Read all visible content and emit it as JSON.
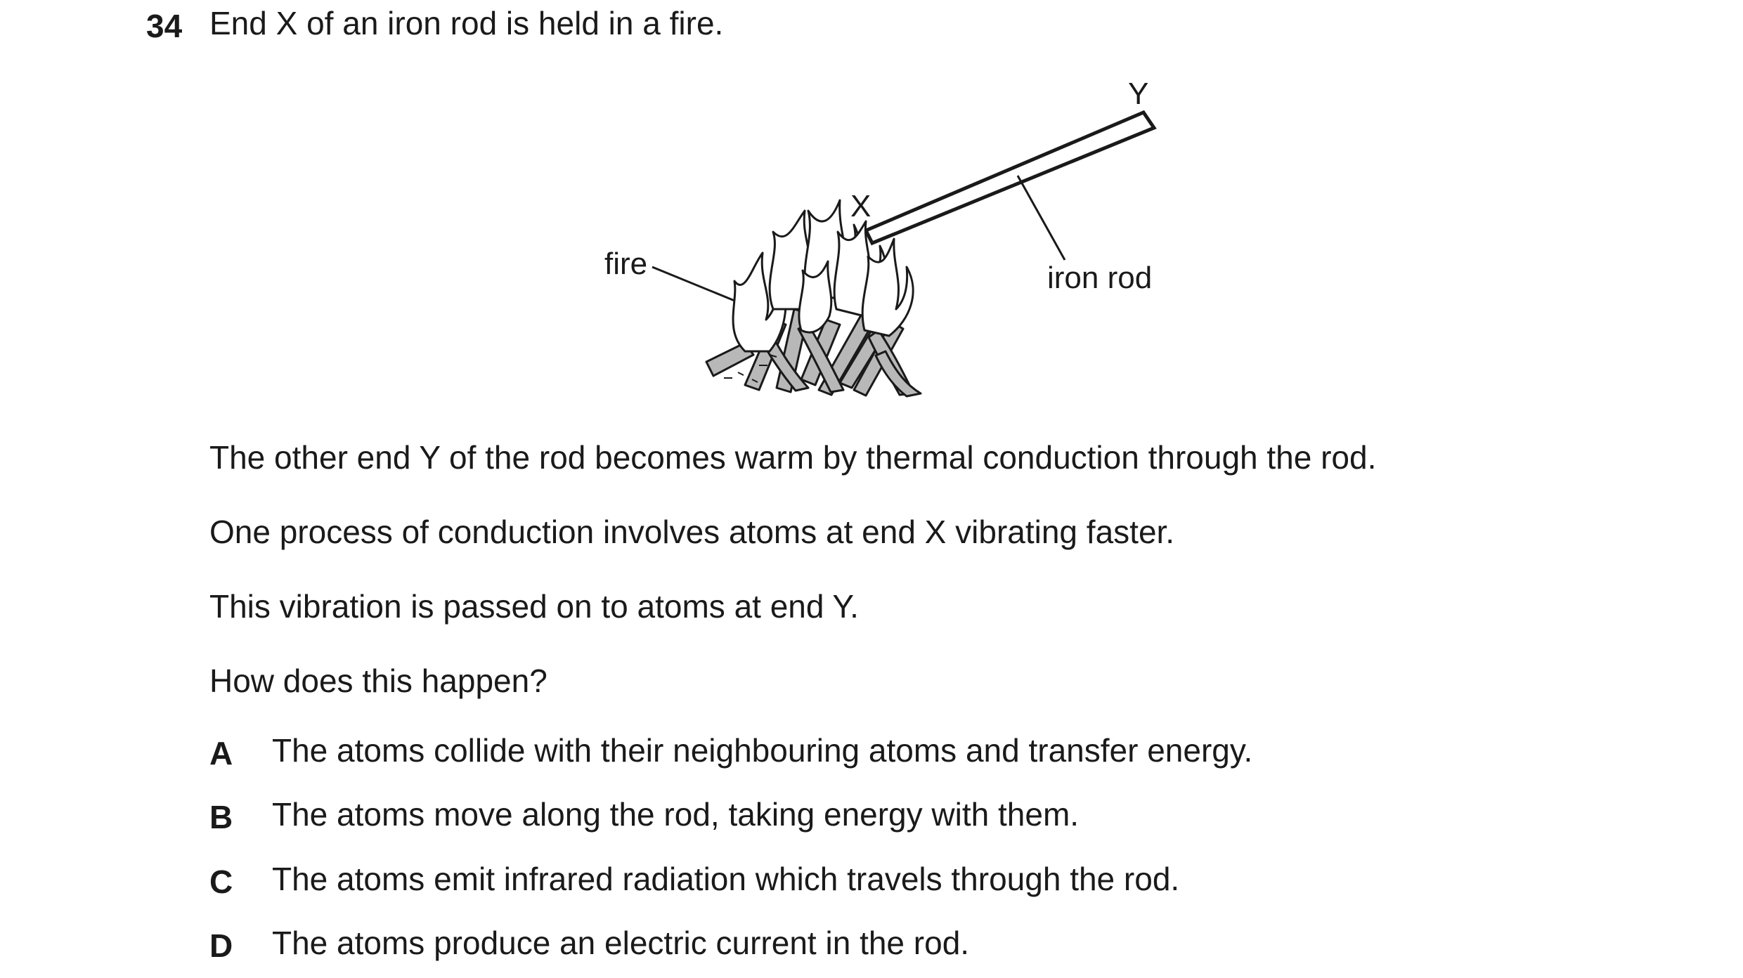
{
  "question": {
    "number": "34",
    "stem": "End X of an iron rod is held in a fire."
  },
  "diagram": {
    "labels": {
      "fire": "fire",
      "end_x": "X",
      "end_y": "Y",
      "rod": "iron rod"
    }
  },
  "paragraphs": [
    "The other end Y of the rod becomes warm by thermal conduction through the rod.",
    "One process of conduction involves atoms at end X vibrating faster.",
    "This vibration is passed on to atoms at end Y.",
    "How does this happen?"
  ],
  "options": [
    {
      "letter": "A",
      "text": "The atoms collide with their neighbouring atoms and transfer energy."
    },
    {
      "letter": "B",
      "text": "The atoms move along the rod, taking energy with them."
    },
    {
      "letter": "C",
      "text": "The atoms emit infrared radiation which travels through the rod."
    },
    {
      "letter": "D",
      "text": "The atoms produce an electric current in the rod."
    }
  ],
  "colors": {
    "ink": "#1a1a1a",
    "wood": "#b8b8b8"
  }
}
